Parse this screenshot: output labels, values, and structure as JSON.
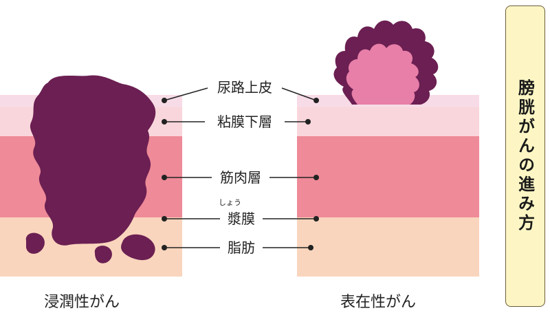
{
  "layers": [
    {
      "name": "尿路上皮",
      "color": "#f7dbe6"
    },
    {
      "name": "粘膜下層",
      "color": "#f9d6dc"
    },
    {
      "name": "筋肉層",
      "color": "#ef8a98"
    },
    {
      "name": "漿膜",
      "ruby": "しょう",
      "color": "#f7cfb0"
    },
    {
      "name": "脂肪",
      "color": "#fad8c0"
    }
  ],
  "tumor_color": "#6b1f52",
  "surface_tumor_inner_color": "#e77fa8",
  "captions": {
    "left": "浸潤性がん",
    "right": "表在性がん"
  },
  "title": "膀胱がんの進み方"
}
